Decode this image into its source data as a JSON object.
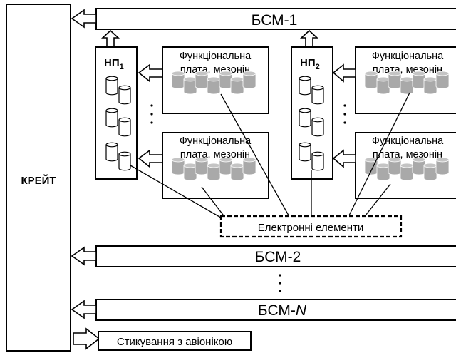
{
  "crate": {
    "label": "КРЕЙТ"
  },
  "bsm1": {
    "label": "БСМ-1"
  },
  "bsm2": {
    "label": "БСМ-2"
  },
  "bsmN": {
    "prefix": "БСМ-",
    "suffix": "N"
  },
  "np1": {
    "main": "НП",
    "sub": "1"
  },
  "np2": {
    "main": "НП",
    "sub": "2"
  },
  "functional_board": {
    "line1": "Функціональна",
    "line2": "плата, мезонін"
  },
  "electronic_elements": {
    "label": "Електронні елементи"
  },
  "avionics": {
    "label": "Стикування з авіонікою"
  }
}
